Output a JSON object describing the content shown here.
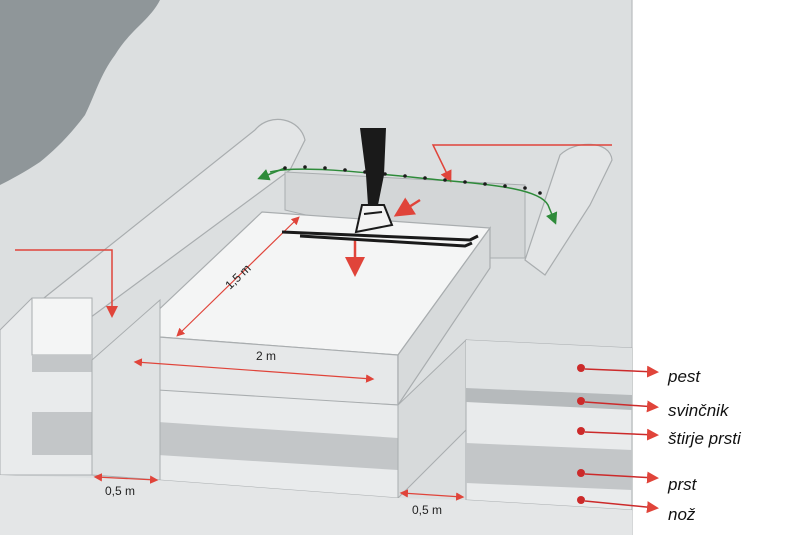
{
  "dimensions": {
    "length": "1,5 m",
    "width": "2 m",
    "gap_left": "0,5 m",
    "gap_right": "0,5 m"
  },
  "legend": [
    {
      "label": "pest",
      "color": "#cc2a2a"
    },
    {
      "label": "svinčnik",
      "color": "#cc2a2a"
    },
    {
      "label": "štirje prsti",
      "color": "#cc2a2a"
    },
    {
      "label": "prst",
      "color": "#cc2a2a"
    },
    {
      "label": "nož",
      "color": "#cc2a2a"
    }
  ],
  "colors": {
    "arrow_red": "#e0443a",
    "arrow_green": "#2e8b3a",
    "mountain": "#8f9699",
    "snow": "#dcdfe0",
    "layer_dark": "#c3c6c8",
    "layer_light": "#e9ebec"
  }
}
